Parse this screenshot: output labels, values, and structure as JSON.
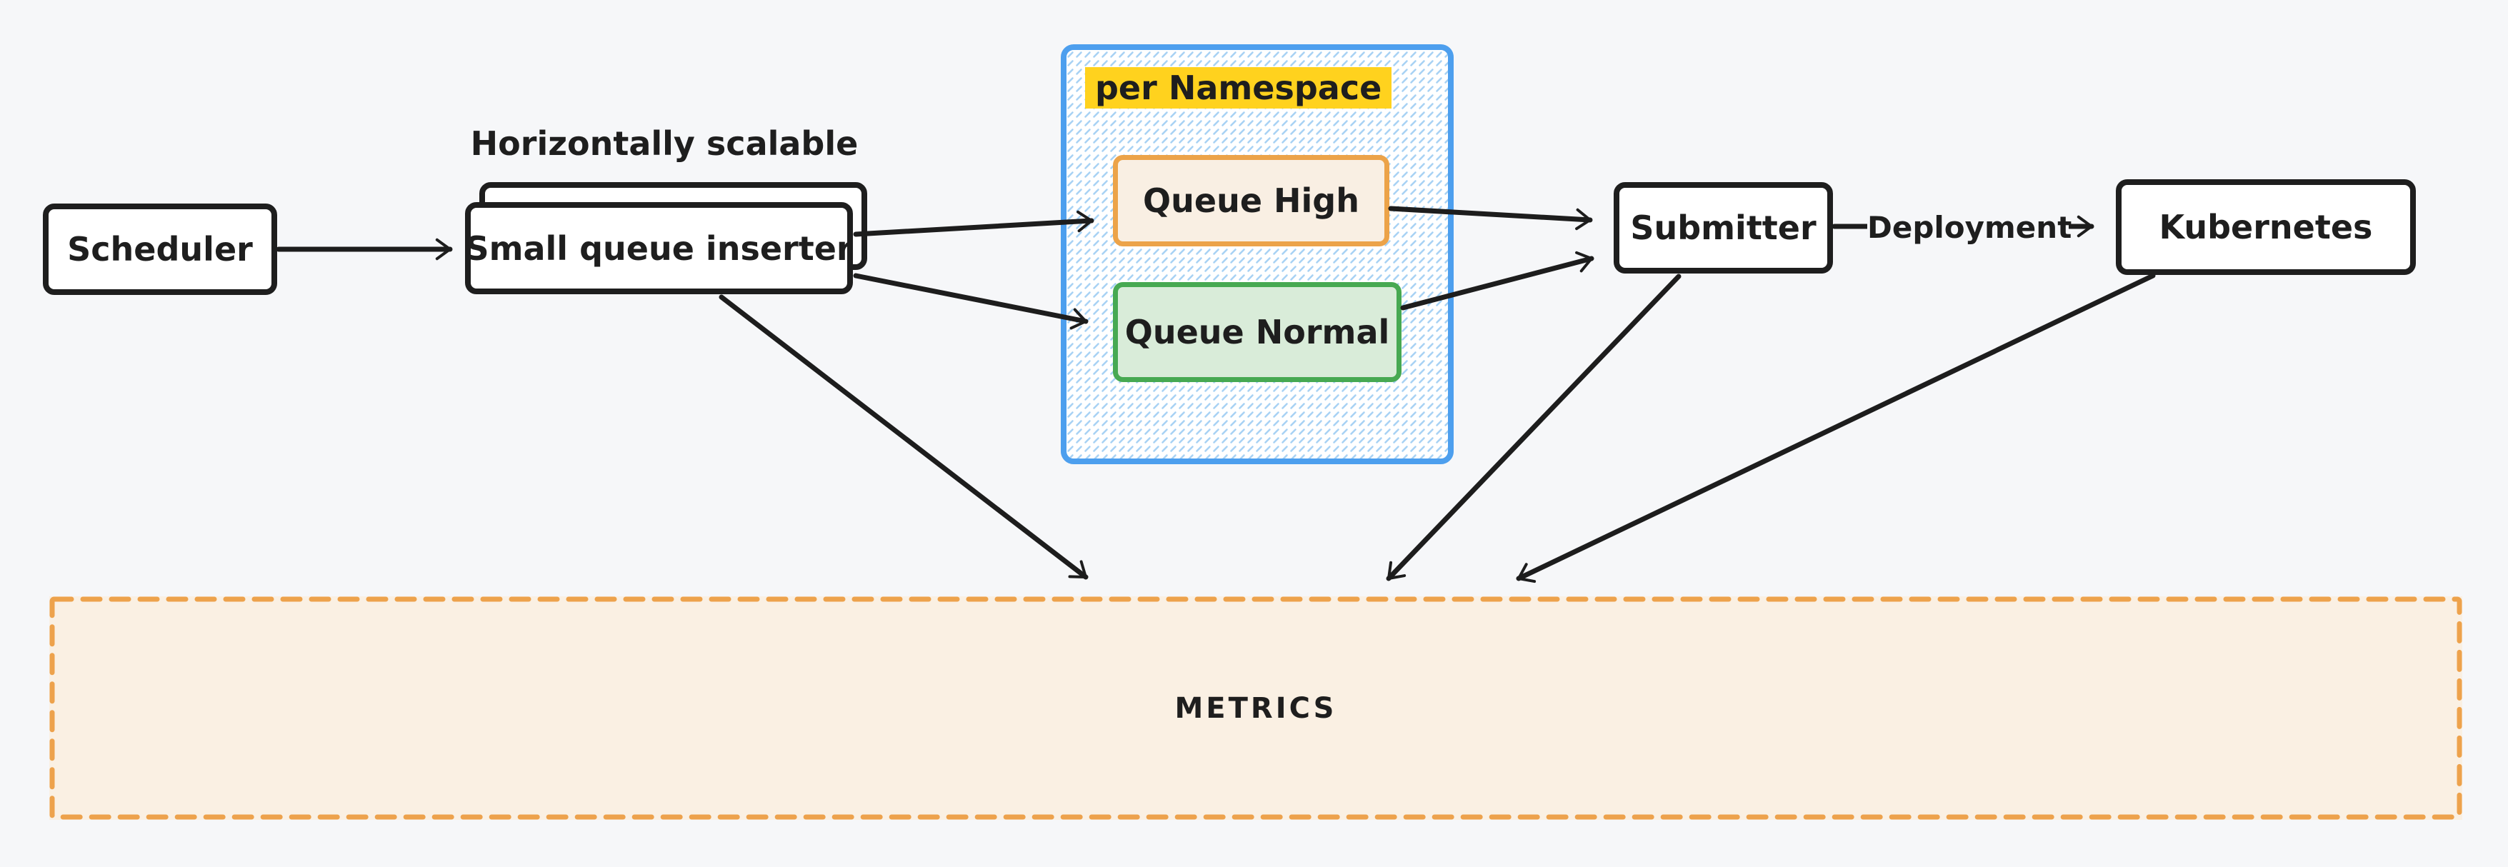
{
  "diagram": {
    "background_color": "#f6f7f9",
    "stroke_color": "#1e1e1e",
    "nodes": {
      "scheduler": {
        "label": "Scheduler"
      },
      "small_queue_inserter": {
        "label": "Small queue inserter",
        "annotation": "Horizontally scalable",
        "stacked_copies": 2
      },
      "namespace_group": {
        "label": "per Namespace",
        "highlight_color": "#ffd21e",
        "border_color": "#4d9fee",
        "hatch_color": "#a8d2f4"
      },
      "queue_high": {
        "label": "Queue High",
        "border_color": "#eca349",
        "fill_color": "#f9efe3"
      },
      "queue_normal": {
        "label": "Queue Normal",
        "border_color": "#47a952",
        "fill_color": "#d9ecd9"
      },
      "submitter": {
        "label": "Submitter"
      },
      "kubernetes": {
        "label": "Kubernetes"
      },
      "metrics": {
        "label": "METRICS",
        "border_color": "#eda24c",
        "fill_color": "#faf0e3",
        "border_style": "dashed"
      }
    },
    "edges": [
      {
        "from": "scheduler",
        "to": "small_queue_inserter",
        "label": ""
      },
      {
        "from": "small_queue_inserter",
        "to": "queue_high",
        "label": ""
      },
      {
        "from": "small_queue_inserter",
        "to": "queue_normal",
        "label": ""
      },
      {
        "from": "queue_high",
        "to": "submitter",
        "label": ""
      },
      {
        "from": "queue_normal",
        "to": "submitter",
        "label": ""
      },
      {
        "from": "submitter",
        "to": "kubernetes",
        "label": "Deployment"
      },
      {
        "from": "small_queue_inserter",
        "to": "metrics",
        "label": ""
      },
      {
        "from": "submitter",
        "to": "metrics",
        "label": ""
      },
      {
        "from": "kubernetes",
        "to": "metrics",
        "label": ""
      }
    ]
  }
}
